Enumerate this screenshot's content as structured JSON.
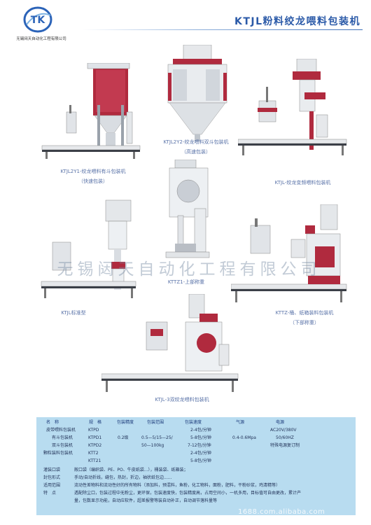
{
  "header": {
    "company_name": "无锡闼天自动化工程有限公司",
    "logo_letters": "TK",
    "title": "KTJL粉料绞龙喂料包装机"
  },
  "captions": {
    "m1_line1": "KTJL2Y1-绞龙喂料有斗包装机",
    "m1_line2": "（快速包装）",
    "m2_line1": "KTJL2Y2-绞龙喂料双斗包装机",
    "m2_line2": "（高速包装）",
    "m3_line1": "KTJL-绞龙变频喂料包装机",
    "m4_line1": "KTTZ1-上部称重",
    "m5_line1": "KTJL标准型",
    "m6_line1": "KTTZ-桶、纸箱装料包装机",
    "m6_line2": "（下部称重）",
    "m7_line1": "KTJL-3双绞龙喂料包装机"
  },
  "watermark": "无锡闼天自动化工程有限公司",
  "specs": {
    "headers": {
      "name": "名　称",
      "model": "规　格",
      "accuracy": "包装精度",
      "range": "包装范围",
      "speed": "包装速度",
      "air": "气源",
      "power": "电源"
    },
    "rows": [
      {
        "name": "皮带喂料包装机",
        "model": "KTPD",
        "speed": "2-4包/分钟",
        "power": "AC20V/380V"
      },
      {
        "name": "有斗包装机",
        "model": "KTPD1",
        "accuracy": "0.2级",
        "range": "0.5—5/15—25/",
        "speed": "5-8包/分钟",
        "air": "0.4-0.6Mpa",
        "power": "50/60HZ"
      },
      {
        "name": "双斗包装机",
        "model": "KTPD2",
        "range": "50—100kg",
        "speed": "7-12包/分钟",
        "power": "特殊电源复订制"
      },
      {
        "name": "颗粒装料包装机",
        "model": "KTT2",
        "speed": "2-4包/分钟"
      },
      {
        "name": "",
        "model": "KTT21",
        "speed": "5-8包/分钟"
      }
    ],
    "extra": [
      {
        "label": "灌装口袋",
        "text": "敞口袋（编织袋、PE、PO、牛皮纸袋...），桶装袋、纸箱装；"
      },
      {
        "label": "封包形式",
        "text": "手动/自动折线，缝包，热封，折边，袖状纸包边......"
      },
      {
        "label": "适用范围",
        "text": "流动性差物料和流动性好的所有物料（添加料，预混料，鱼粉，化工物料，面粉，肥料，干粉砂浆，鸡清精等）"
      },
      {
        "label": "特　点",
        "text": "透配除尘口，包装过程中无粉尘，更环保，包装速度快，包装精度高，占用空间小，一机多用，目标值可自由更改，累计产"
      },
      {
        "label": "",
        "text": "量，包数显示功能，自动应软件，超差报警等装自动补正，自动调节落料量等"
      }
    ]
  },
  "site_watermark": "1688.com.alibaba.com",
  "colors": {
    "title_blue": "#2b5aa8",
    "caption_blue": "#5a73a8",
    "panel_bg": "#b8dcf0",
    "hopper_red": "#b02a3e",
    "steel": "#e9ecef"
  }
}
